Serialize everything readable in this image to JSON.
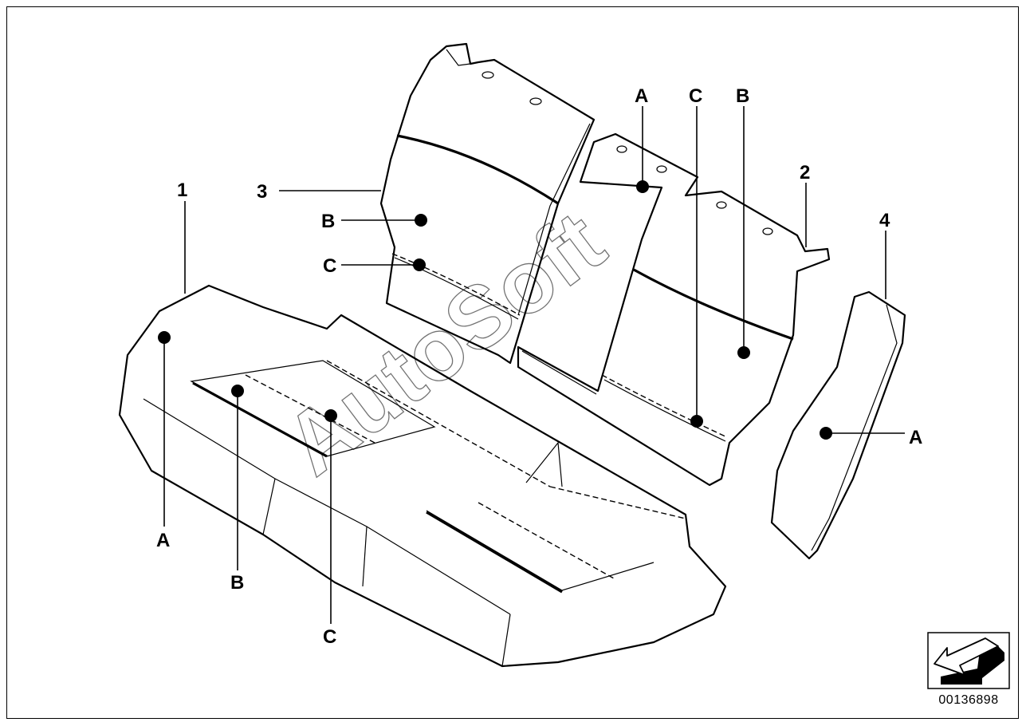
{
  "callouts": {
    "n1": "1",
    "n2": "2",
    "n3": "3",
    "n4": "4",
    "a": "A",
    "b": "B",
    "c": "C"
  },
  "watermark": "AutoSoft",
  "part_number": "00136898"
}
